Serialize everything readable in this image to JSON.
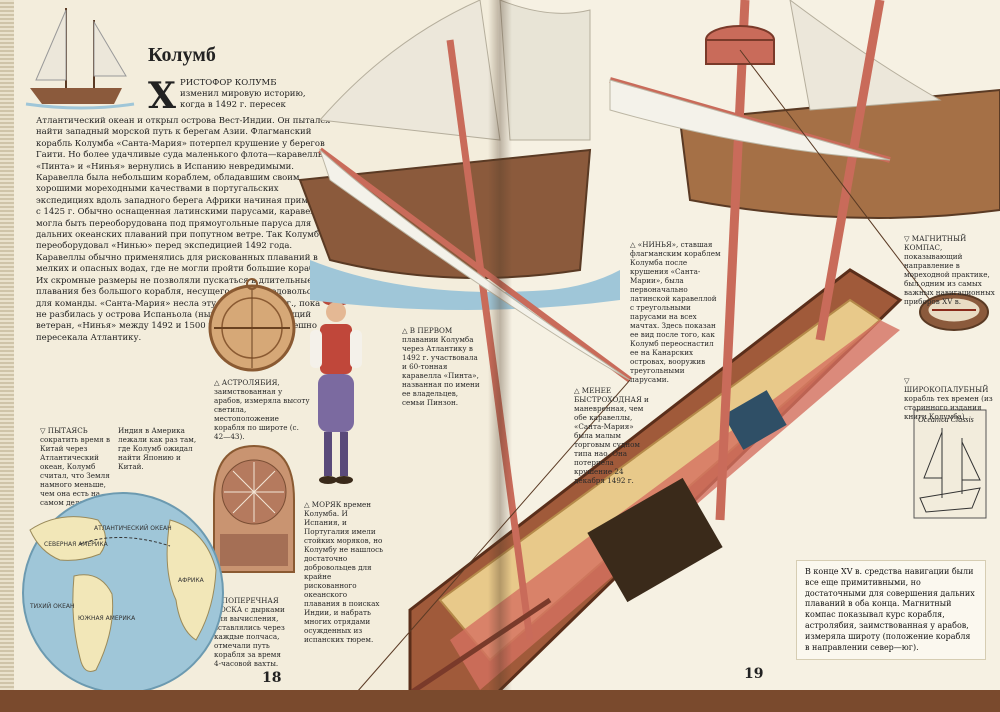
{
  "left_page": {
    "title": "Колумб",
    "dropcap": "Х",
    "intro": "РИСТОФОР КОЛУМБ изменил мировую историю, когда в 1492 г. пересек",
    "body": "Атлантический океан и открыл острова Вест-Индии. Он пытался найти западный морской путь к берегам Азии. Флагманский корабль Колумба «Санта-Мария» потерпел крушение у берегов Гаити. Но более удачливые суда маленького флота—каравеллы «Пинта» и «Нинья» вернулись в Испанию невредимыми. Каравелла была небольшим кораблем, обладавшим своим хорошими мореходными качествами в португальских экспедициях вдоль западного берега Африки начиная примерно с 1425 г. Обычно оснащенная латинскими парусами, каравелла могла быть переоборудована под прямоугольные паруса для дальних океанских плаваний при попутном ветре. Так Колумб переоборудовал «Нинью» перед экспедицией 1492 года. Каравеллы обычно применялись для рискованных плаваний в мелких и опасных водах, где не могли пройти большие корабли. Их скромные размеры не позволяли пускаться в длительные плавания без большого корабля, несущего запас продовольствия для команды. «Санта-Мария» несла эту службу в 1492 г., пока не разбилась у острова Испаньола (ныне Гаити). Настоящий ветеран, «Нинья» между 1492 и 1500 гг. четырежды успешно пересекала Атлантику.",
    "page_number": "18",
    "captions": {
      "astrolabe": "△ АСТРОЛЯБИЯ, заимствованная у арабов, измеряла высоту светила, местоположение корабля по широте (с. 42—43).",
      "sailor": "△ МОРЯК времен Колумба. И Испания, и Португалия имели стойких моряков, но Колумбу не нашлось достаточно добровольцев для крайне рискованного океанского плавания в поисках Индии, и набрать многих отрядами осужденных из испанских тюрем.",
      "traverse": "△ ПОПЕРЕЧНАЯ ДОСКА с дырками для вычисления, вставлялись через каждые полчаса, отмечали путь корабля за время 4-часовой вахты.",
      "trying": "▽ ПЫТАЯСЬ сократить время в Китай через Атлантический океан, Колумб считал, что Земля намного меньше, чем она есть на самом деле. Вест-",
      "india": "Индия в Америка лежали как раз там, где Колумб ожидал найти Японию и Китай."
    },
    "map_labels": {
      "north_america": "СЕВЕРНАЯ АМЕРИКА",
      "atlantic": "АТЛАНТИЧЕСКИЙ ОКЕАН",
      "africa": "АФРИКА",
      "south_america": "ЮЖНАЯ АМЕРИКА",
      "pacific": "ТИХИЙ ОКЕАН"
    }
  },
  "right_page": {
    "page_number": "19",
    "captions": {
      "first_voyage": "△ В ПЕРВОМ плавании Колумба через Атлантику в 1492 г. участвовала и 60-тонная каравелла «Пинта», названная по имени ее владельцев, семьи Пинзон.",
      "faster": "△ МЕНЕЕ БЫСТРОХОДНАЯ и маневренная, чем обе каравеллы, «Санта-Мария» была малым торговым судном типа нао. Она потерпела крушение 24 декабря 1492 г.",
      "ninya": "△ «НИНЬЯ», ставшая флагманским кораблем Колумба после крушения «Санта-Марии», была первоначально латинской каравеллой с треугольными парусами на всех мачтах. Здесь показан ее вид после того, как Колумб переоснастил ее на Канарских островах, вооружив треугольными парусами.",
      "compass": "▽ МАГНИТНЫЙ КОМПАС, показывающий направление в мореходной практике, был одним из самых важных навигационных приборов XV в.",
      "latitude": "▽ ШИРОКОПАЛУБНЫЙ корабль тех времен (из старинного издания книги Колумба)."
    },
    "info_box": "В конце XV в. средства навигации были все еще примитивными, но достаточными для совершения дальних плаваний в оба конца. Магнитный компас показывал курс корабля, астролябия, заимствованная у арабов, измеряла широту (положение корабля в направлении север—юг).",
    "woodcut_text": "Oceanica Classis"
  },
  "colors": {
    "paper": "#f3eddc",
    "sea": "#9fc6d8",
    "hull": "#8b5a3c",
    "sail": "#e8e4d6",
    "mast": "#c96b5a"
  }
}
